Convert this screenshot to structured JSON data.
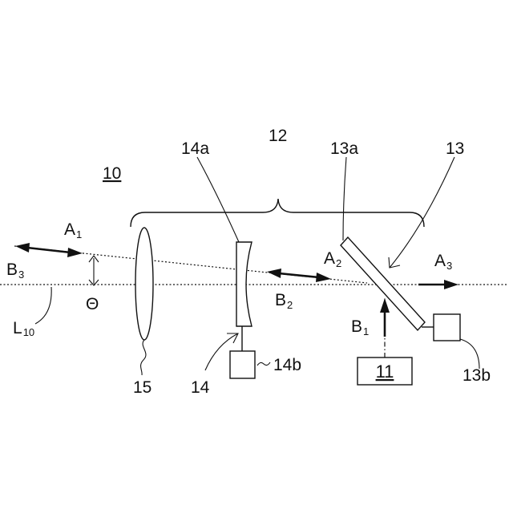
{
  "labels": {
    "device": "10",
    "lens_group": "12",
    "mirror": "13a",
    "mirror_unit": "13",
    "mirror_actuator": "13b",
    "element": "14a",
    "element_unit": "14",
    "element_actuator": "14b",
    "lens": "15",
    "source": "11",
    "axis": {
      "main": "L",
      "sub": "10"
    },
    "theta": "Θ"
  },
  "beams": {
    "a1": {
      "main": "A",
      "sub": "1"
    },
    "a2": {
      "main": "A",
      "sub": "2"
    },
    "a3": {
      "main": "A",
      "sub": "3"
    },
    "b1": {
      "main": "B",
      "sub": "1"
    },
    "b2": {
      "main": "B",
      "sub": "2"
    },
    "b3": {
      "main": "B",
      "sub": "3"
    }
  }
}
